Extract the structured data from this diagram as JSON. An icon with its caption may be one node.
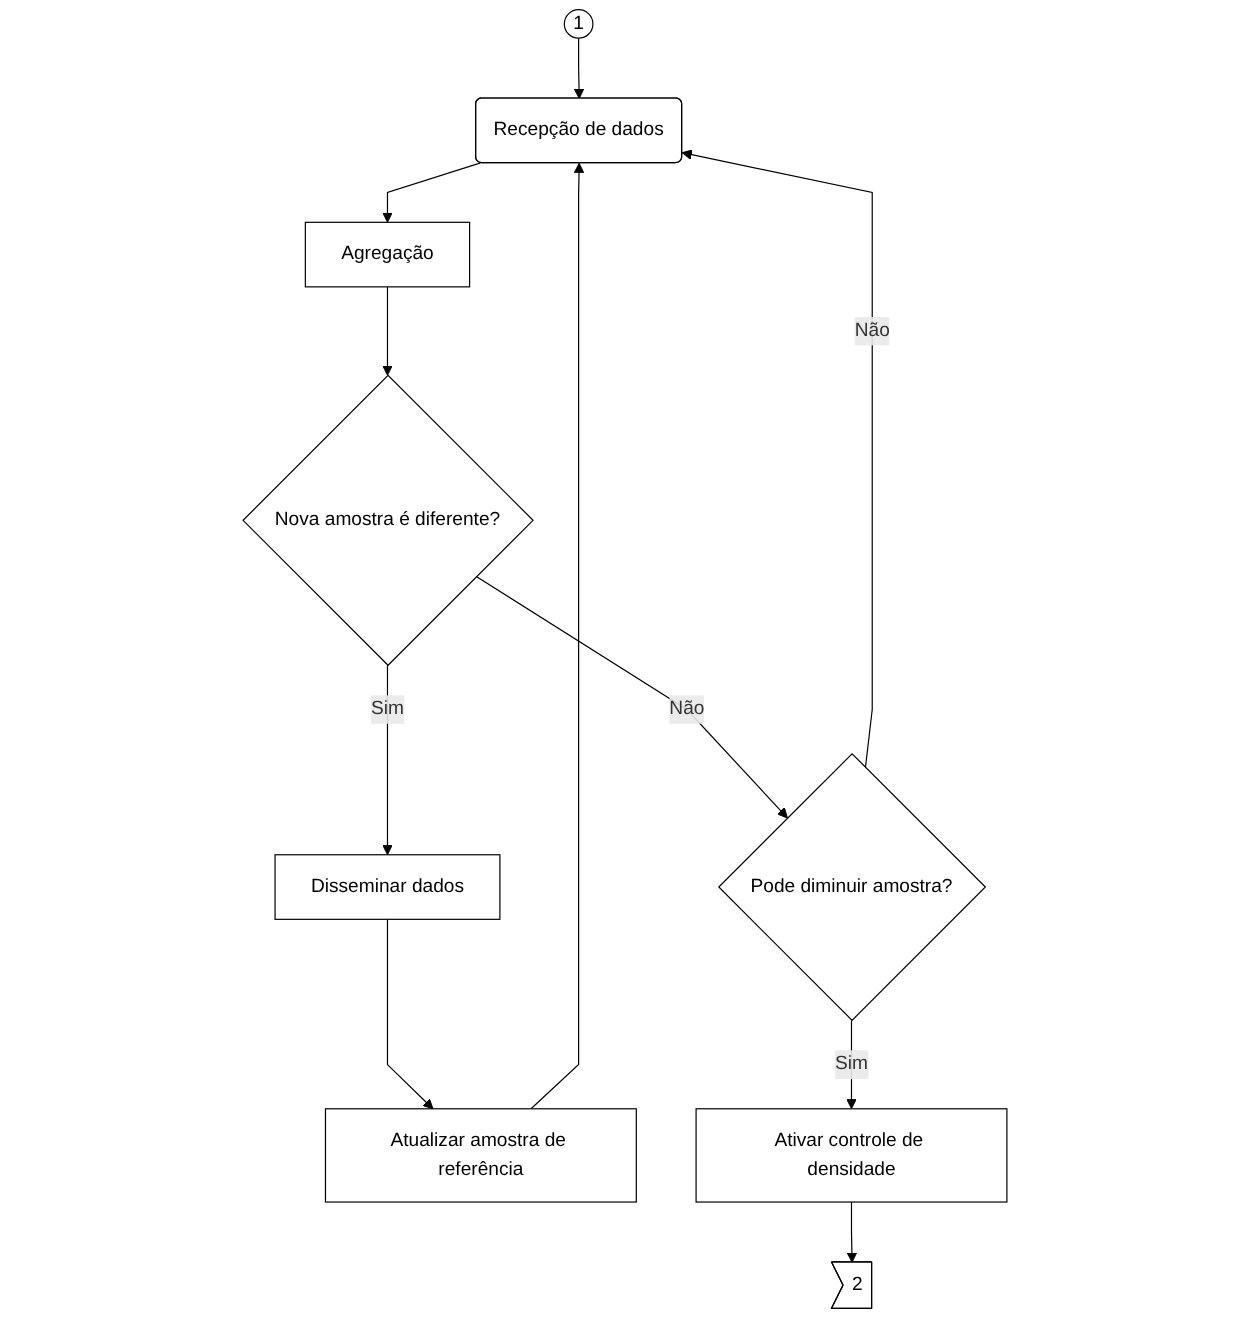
{
  "diagram": {
    "nodes": [
      {
        "text": [
          "1"
        ]
      },
      {
        "text": [
          "Recepção de dados"
        ]
      },
      {
        "text": [
          "Agregação"
        ]
      },
      {
        "text": [
          "Nova amostra é diferente?"
        ]
      },
      {
        "text": [
          "Pode diminuir amostra?"
        ]
      },
      {
        "text": [
          "Disseminar dados"
        ]
      },
      {
        "text": [
          "Atualizar amostra de referência"
        ]
      },
      {
        "text": [
          "Ativar controle de densidade"
        ]
      },
      {
        "text": [
          "2"
        ]
      }
    ],
    "edges": [
      {
        "from": 0,
        "to": 1,
        "arrow": "to"
      },
      {
        "from": 1,
        "to": 2,
        "arrow": "to"
      },
      {
        "from": 2,
        "to": 3,
        "arrow": "to"
      },
      {
        "from": 3,
        "to": 4,
        "arrow": "to",
        "label": "Não"
      },
      {
        "from": 3,
        "to": 5,
        "arrow": "to",
        "label": "Sim"
      },
      {
        "from": 5,
        "to": 6,
        "arrow": "to"
      },
      {
        "from": 6,
        "to": 1,
        "arrow": "to"
      },
      {
        "from": 4,
        "to": 1,
        "arrow": "to",
        "label": "Não"
      },
      {
        "from": 4,
        "to": 7,
        "arrow": "to",
        "label": "Sim"
      },
      {
        "from": 7,
        "to": 8,
        "arrow": "to"
      }
    ]
  }
}
